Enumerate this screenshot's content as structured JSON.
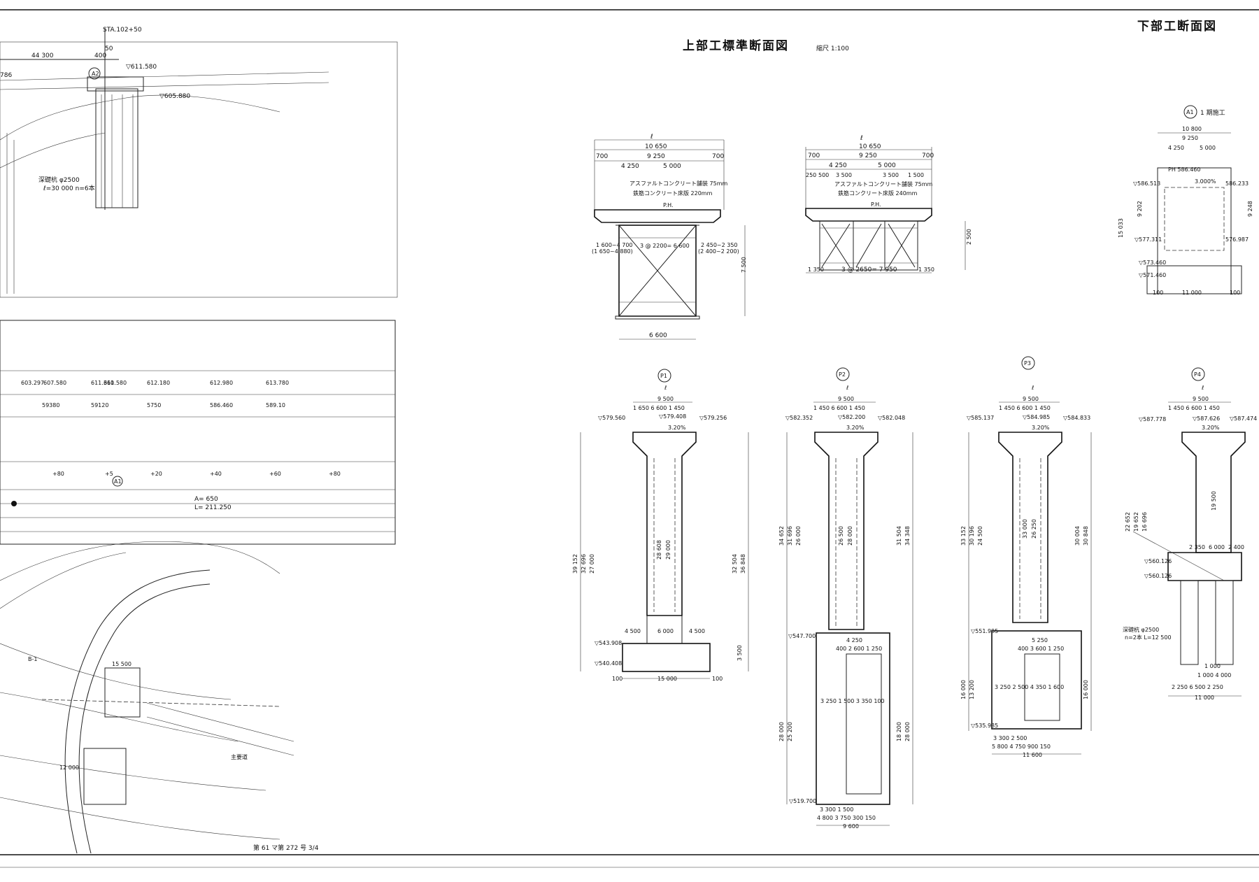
{
  "sheet": {
    "title_right": "下部工断面図",
    "title_center": "上部工標準断面図",
    "scale": "縮尺 1:100",
    "sheet_number": "第 61 マ第 272 号 3/4"
  },
  "plan": {
    "sta_top": "STA.102+50",
    "dim_44300": "44 300",
    "dim_400": "400",
    "dim_50": "50",
    "elev_1": "▽611.580",
    "elev_2": "▽605.880",
    "pile_note": "深礎杭 φ2500",
    "pile_spec": "ℓ=30 000  n=6本",
    "dim_786": "786",
    "marker_a2": "A2",
    "dim_15500": "15 500"
  },
  "profile_table": {
    "row_values_1": [
      "603.297",
      "607.580",
      "611.360",
      "611.580",
      "612.180",
      "612.980",
      "613.780"
    ],
    "row_values_2": [
      "59380",
      "59120",
      "5750",
      "586.460",
      "589.10"
    ],
    "stations": [
      "+80",
      "+5",
      "+20",
      "+40",
      "+60",
      "+80"
    ],
    "curve_a": "A= 650",
    "curve_l": "L= 211.250",
    "marker_a1": "A1"
  },
  "map_labels": [
    "STA.102+50",
    "15 500",
    "12 000",
    "B-1",
    "主要道",
    "第 61 マ第"
  ],
  "super": {
    "left": {
      "cl": "ℓ",
      "overall": "10 650",
      "side_l": "700",
      "mid": "9 250",
      "side_r": "700",
      "lane_l": "4 250",
      "lane_r": "5 000",
      "asphalt": "アスファルトコンクリート舗装 75mm",
      "slab": "鉄筋コンクリート床版 220mm",
      "ph": "P.H.",
      "girder_spacing": "3 @ 2200= 6 600",
      "over_l": "1 600~4 700",
      "over_l2": "(1 650~4 880)",
      "over_r": "2 450~2 350",
      "over_r2": "(2 400~2 200)",
      "depth": "7 500",
      "bottom": "6 600"
    },
    "right": {
      "cl": "ℓ",
      "overall": "10 650",
      "side_l": "700",
      "mid": "9 250",
      "side_r": "700",
      "sub_1": "4 250",
      "sub_2": "5 000",
      "sub_3": "250",
      "sub_4": "500",
      "sub_5": "3 500",
      "sub_6": "3 500",
      "sub_7": "1 500",
      "asphalt": "アスファルトコンクリート舗装 75mm",
      "slab": "鉄筋コンクリート床版 240mm",
      "ph": "P.H.",
      "depth": "2 500",
      "end_l": "1 350",
      "girder_spacing": "3 @ 2650= 7 950",
      "end_r": "1 350"
    }
  },
  "abutment": {
    "label": "A1",
    "title": "1 期施工",
    "dim_10800": "10 800",
    "dim_9250": "9 250",
    "dim_4250": "4 250",
    "dim_5000": "5 000",
    "elev_ph": "PH 586.460",
    "elev_586_5": "▽586.513",
    "elev_586_2": "586.233",
    "slope": "3.000%",
    "dim_9202": "9 202",
    "dim_9248": "9 248",
    "dim_15033": "15 033",
    "elev_577": "▽577.311",
    "elev_576": "576.987",
    "elev_573": "▽573.460",
    "elev_571": "▽571.460",
    "dim_11000": "11 000",
    "dim_100a": "100",
    "dim_100b": "100"
  },
  "piers": [
    {
      "label": "P1",
      "cl": "ℓ",
      "top": "9 500",
      "top_sub": "1 650   6 600   1 450",
      "elev_l": "▽579.560",
      "elev_m": "▽579.408",
      "elev_r": "▽579.256",
      "slope": "3.20%",
      "h_total_l": "39 152",
      "h2": "32 696",
      "h3": "27 000",
      "h_total_r": "36 848",
      "h4": "32 504",
      "col_a": "28 608",
      "col_b": "29 000",
      "footing_w1": "4 500",
      "footing_w2": "6 000",
      "footing_w3": "4 500",
      "elev_f": "▽543.908",
      "elev_b": "▽540.408",
      "base": "15 000",
      "base_l": "100",
      "base_r": "100",
      "foot_h": "3 500"
    },
    {
      "label": "P2",
      "cl": "ℓ",
      "top": "9 500",
      "top_sub": "1 450   6 600   1 450",
      "elev_l": "▽582.352",
      "elev_m": "▽582.200",
      "elev_r": "▽582.048",
      "slope": "3.20%",
      "h_total_l": "34 652",
      "h2": "31 696",
      "h3": "26 000",
      "h_total_r": "34 348",
      "h4": "31 504",
      "col_a": "26 500",
      "col_b": "28 000",
      "elev_f": "▽547.700",
      "caisson_1": "4 250",
      "caisson_2": "400  2 600  1 250",
      "caisson_3": "3 250 1 500   3 350 100",
      "depth_l": "28 000",
      "depth_l2": "25 200",
      "depth_r": "18 200",
      "depth_r2": "28 000",
      "elev_b": "▽519.700",
      "bot_1": "3 300 1 500",
      "bot_2": "4 800   3 750  300 150",
      "base": "9 600"
    },
    {
      "label": "P3",
      "cl": "ℓ",
      "top": "9 500",
      "top_sub": "1 450   6 600   1 450",
      "elev_l": "▽585.137",
      "elev_m": "▽584.985",
      "elev_r": "▽584.833",
      "slope": "3.20%",
      "h_total_l": "33 152",
      "h2": "30 196",
      "h3": "24 500",
      "h_total_r": "30 848",
      "h4": "30 004",
      "col_a": "33 000",
      "col_b": "26 250",
      "elev_f": "▽551.985",
      "caisson_1": "5 250",
      "caisson_2": "400  3 600  1 250",
      "caisson_3": "3 250 2 500   4 350  1 600",
      "depth_l": "16 000",
      "depth_l2": "13 200",
      "depth_r": "16 000",
      "elev_b": "▽535.985",
      "bot_1": "3 300 2 500",
      "bot_2": "5 800    4 750  900 150",
      "base": "11 600"
    },
    {
      "label": "P4",
      "cl": "ℓ",
      "top": "9 500",
      "top_sub": "1 450   6 600   1 450",
      "elev_l": "▽587.778",
      "elev_m": "▽587.626",
      "elev_r": "▽587.474",
      "slope": "3.20%",
      "h2": "22 652",
      "h3": "19 652",
      "h_total_l": "16 696",
      "col_a": "19 500",
      "elev_f1": "▽560.126",
      "elev_f2": "▽560.126",
      "pile_note": "深礎杭 φ2500",
      "pile_spec": "n=2本 L=12 500",
      "width_1": "2 350",
      "width_2": "6 000",
      "width_3": "2 400",
      "bot_1": "1 000",
      "bot_2": "1 000    4 000",
      "bot_3": "2 250   6 500    2 250",
      "base": "11 000"
    }
  ]
}
